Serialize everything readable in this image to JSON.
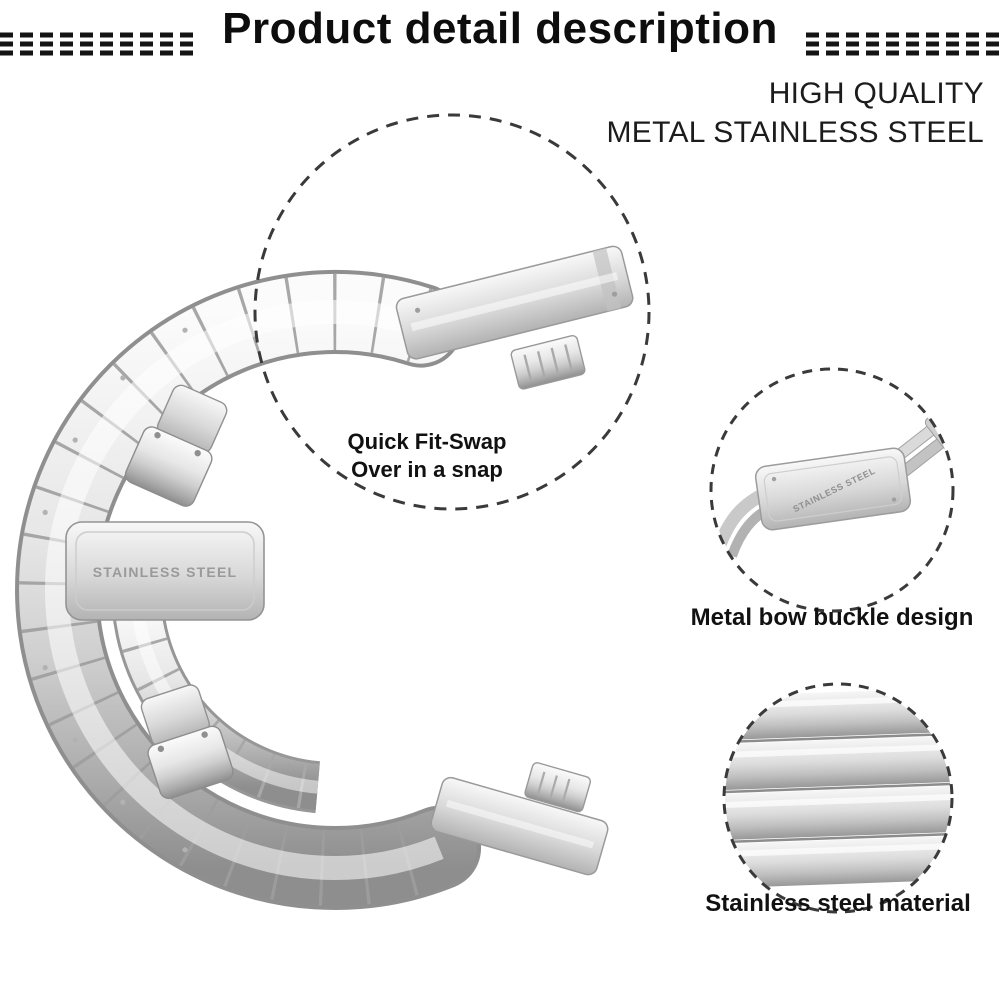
{
  "header": {
    "title": "Product detail description"
  },
  "tagline": {
    "line1": "HIGH QUALITY",
    "line2": "METAL STAINLESS STEEL"
  },
  "callouts": {
    "quick_fit": {
      "line1": "Quick Fit-Swap",
      "line2": "Over in a snap"
    },
    "buckle": {
      "label": "Metal bow buckle design"
    },
    "material": {
      "label": "Stainless steel material"
    }
  },
  "engravings": {
    "clasp": "STAINLESS STEEL",
    "buckle": "STAINLESS STEEL"
  },
  "colors": {
    "background": "#ffffff",
    "text": "#111111",
    "dash_circle": "#3a3a3a",
    "silver_light": "#f5f5f5",
    "silver": "#c9c9c9",
    "silver_dark": "#8f8f8f"
  }
}
